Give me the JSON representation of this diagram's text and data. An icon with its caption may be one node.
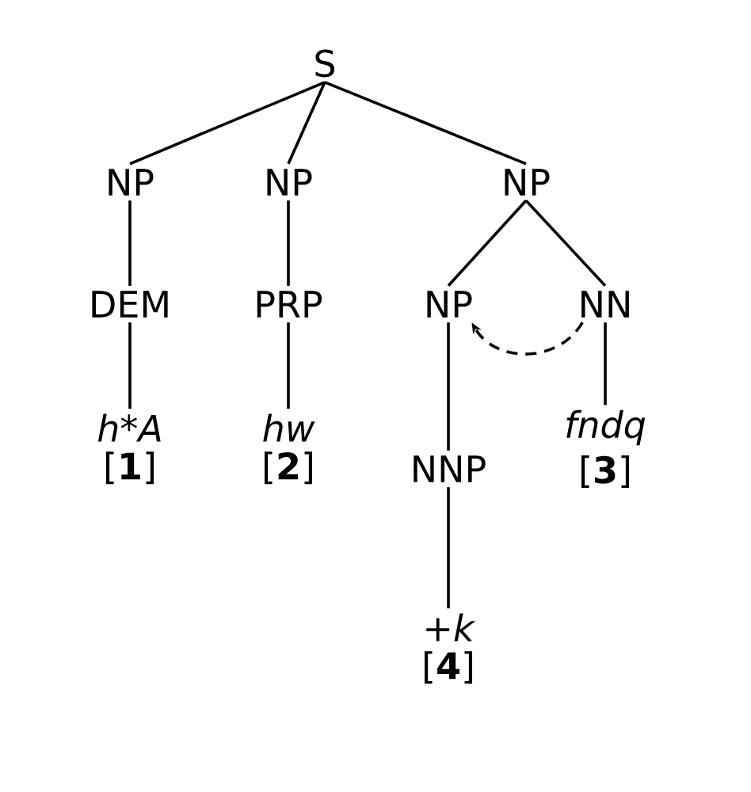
{
  "diagram": {
    "nodes": [
      {
        "text": [
          "S"
        ]
      },
      {
        "text": [
          "NP"
        ]
      },
      {
        "text": [
          "NP"
        ]
      },
      {
        "text": [
          "NP"
        ]
      },
      {
        "text": [
          "DEM"
        ]
      },
      {
        "text": [
          "PRP"
        ]
      },
      {
        "text": [
          "NP"
        ]
      },
      {
        "text": [
          "NN"
        ]
      },
      {
        "text": [
          "h*A"
        ],
        "beside": [
          "[**1**]"
        ]
      },
      {
        "text": [
          "hw"
        ],
        "beside": [
          "[**2**]"
        ]
      },
      {
        "text": [
          "NNP"
        ]
      },
      {
        "text": [
          "fndq"
        ],
        "beside": [
          "[**3**]"
        ]
      },
      {
        "text": [
          "+k"
        ],
        "beside": [
          "[**4**]"
        ]
      }
    ],
    "edges": [
      {
        "from": 0,
        "to": 1,
        "arrow": "none"
      },
      {
        "from": 0,
        "to": 2,
        "arrow": "none"
      },
      {
        "from": 0,
        "to": 3,
        "arrow": "none"
      },
      {
        "from": 1,
        "to": 4,
        "arrow": "none"
      },
      {
        "from": 2,
        "to": 5,
        "arrow": "none"
      },
      {
        "from": 3,
        "to": 6,
        "arrow": "none"
      },
      {
        "from": 3,
        "to": 7,
        "arrow": "none"
      },
      {
        "from": 4,
        "to": 8,
        "arrow": "none"
      },
      {
        "from": 5,
        "to": 9,
        "arrow": "none"
      },
      {
        "from": 6,
        "to": 10,
        "arrow": "none"
      },
      {
        "from": 7,
        "to": 11,
        "arrow": "none"
      },
      {
        "from": 10,
        "to": 12,
        "arrow": "none"
      },
      {
        "from": 7,
        "to": 6,
        "arrow": "to",
        "style": "dashed"
      }
    ]
  }
}
